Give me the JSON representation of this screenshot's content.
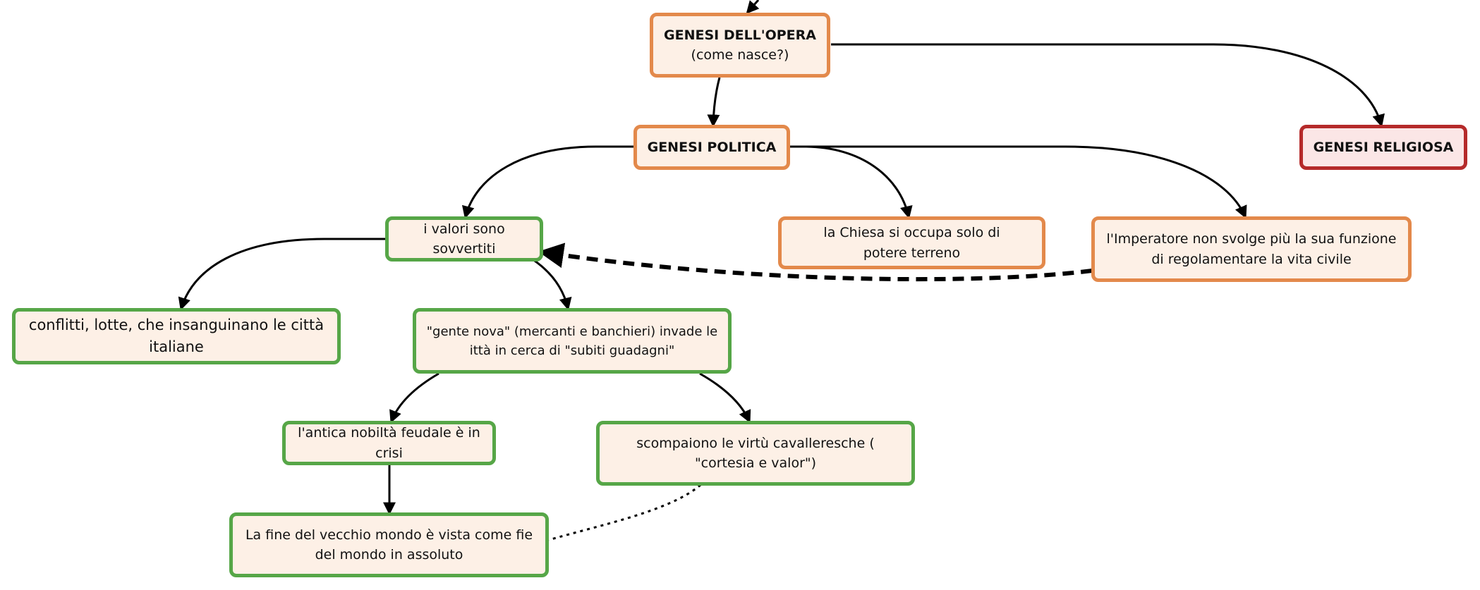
{
  "nodes": {
    "genesi_opera_title": "GENESI DELL'OPERA",
    "genesi_opera_sub": "(come nasce?)",
    "genesi_politica": "GENESI POLITICA",
    "genesi_religiosa": "GENESI RELIGIOSA",
    "valori": "i valori sono sovvertiti",
    "chiesa": "la Chiesa si occupa solo di potere terreno",
    "imperatore": "l'Imperatore non svolge più la sua funzione di regolamentare la vita civile",
    "conflitti": "conflitti, lotte,  che insanguinano le città italiane",
    "gente_nova": "\"gente nova\" (mercanti e banchieri) invade le ittà in cerca di \"subiti guadagni\"",
    "nobilta": "l'antica nobiltà feudale è in crisi",
    "virtu": "scompaiono le virtù cavalleresche ( \"cortesia e valor\")",
    "fine": "La fine del vecchio mondo è vista come fie del mondo in assoluto"
  },
  "colors": {
    "orange_border": "#e3894b",
    "green_border": "#56a647",
    "red_border": "#b52a2a",
    "node_fill": "#fdf0e6",
    "red_fill": "#fbe6e6"
  }
}
